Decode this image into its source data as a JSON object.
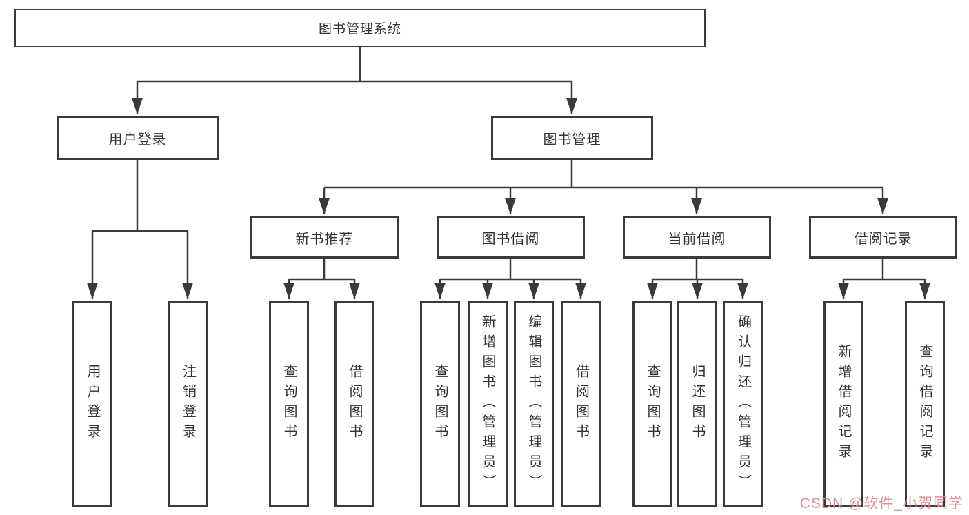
{
  "diagram": {
    "title": "图书管理系统",
    "root": {
      "label": "图书管理系统"
    },
    "level2": [
      {
        "label": "用户登录"
      },
      {
        "label": "图书管理"
      }
    ],
    "level3": [
      {
        "label": "新书推荐",
        "parent": "图书管理"
      },
      {
        "label": "图书借阅",
        "parent": "图书管理"
      },
      {
        "label": "当前借阅",
        "parent": "图书管理"
      },
      {
        "label": "借阅记录",
        "parent": "图书管理"
      }
    ],
    "leaves": [
      {
        "label": "用户登录",
        "parent": "用户登录"
      },
      {
        "label": "注销登录",
        "parent": "用户登录"
      },
      {
        "label": "查询图书",
        "parent": "新书推荐"
      },
      {
        "label": "借阅图书",
        "parent": "新书推荐"
      },
      {
        "label": "查询图书",
        "parent": "图书借阅"
      },
      {
        "label": "新增图书（管理员）",
        "parent": "图书借阅"
      },
      {
        "label": "编辑图书（管理员）",
        "parent": "图书借阅"
      },
      {
        "label": "借阅图书",
        "parent": "图书借阅"
      },
      {
        "label": "查询图书",
        "parent": "当前借阅"
      },
      {
        "label": "归还图书",
        "parent": "当前借阅"
      },
      {
        "label": "确认归还（管理员）",
        "parent": "当前借阅"
      },
      {
        "label": "新增借阅记录",
        "parent": "借阅记录"
      },
      {
        "label": "查询借阅记录",
        "parent": "借阅记录"
      }
    ],
    "watermark": "CSDN @软件_小贺同学"
  },
  "colors": {
    "line": "#3a3a3a",
    "text": "#333333",
    "box-bg": "#ffffff",
    "watermark": "#d98f93",
    "background": "#ffffff"
  }
}
